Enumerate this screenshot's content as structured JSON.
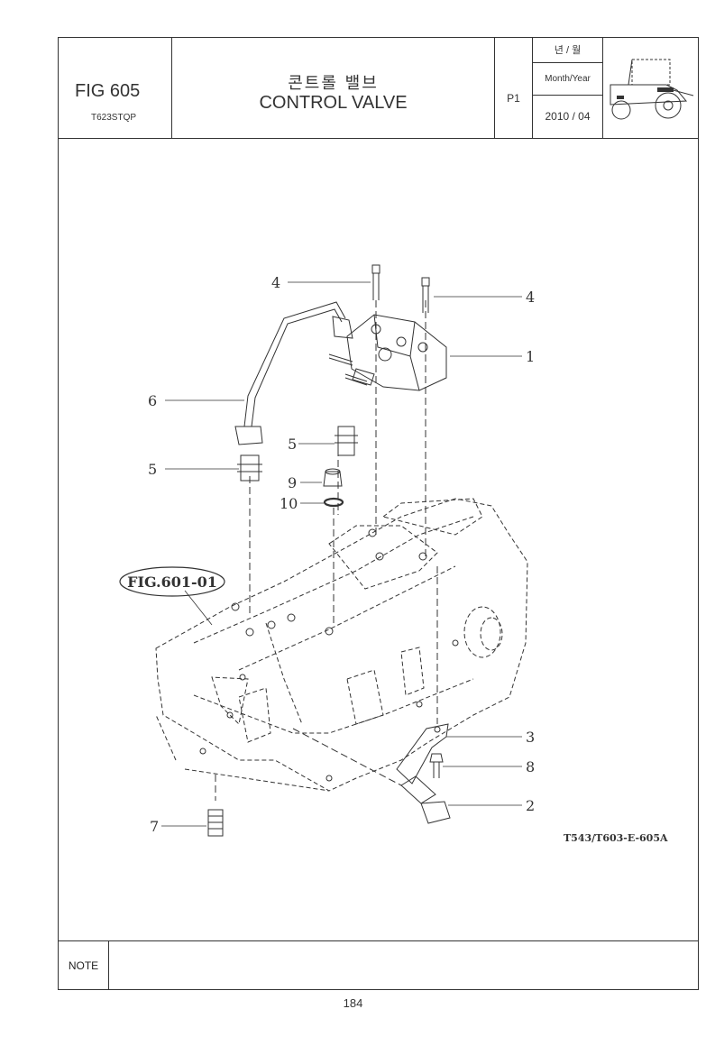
{
  "header": {
    "fig_number": "FIG 605",
    "model": "T623STQP",
    "title_korean": "콘트롤 밸브",
    "title_english": "CONTROL VALVE",
    "page": "P1",
    "date_label_korean": "년 / 월",
    "date_label_english": "Month/Year",
    "date_value": "2010 / 04"
  },
  "diagram": {
    "callouts": [
      {
        "id": "c4a",
        "label": "4"
      },
      {
        "id": "c4b",
        "label": "4"
      },
      {
        "id": "c1",
        "label": "1"
      },
      {
        "id": "c6",
        "label": "6"
      },
      {
        "id": "c5a",
        "label": "5"
      },
      {
        "id": "c5b",
        "label": "5"
      },
      {
        "id": "c9",
        "label": "9"
      },
      {
        "id": "c10",
        "label": "10"
      },
      {
        "id": "c3",
        "label": "3"
      },
      {
        "id": "c8",
        "label": "8"
      },
      {
        "id": "c2",
        "label": "2"
      },
      {
        "id": "c7",
        "label": "7"
      }
    ],
    "reference_label": "FIG.601-01",
    "drawing_code": "T543/T603-E-605A"
  },
  "note": {
    "label": "NOTE"
  },
  "footer": {
    "page_number": "184"
  },
  "colors": {
    "line": "#333333",
    "paper": "#ffffff"
  }
}
